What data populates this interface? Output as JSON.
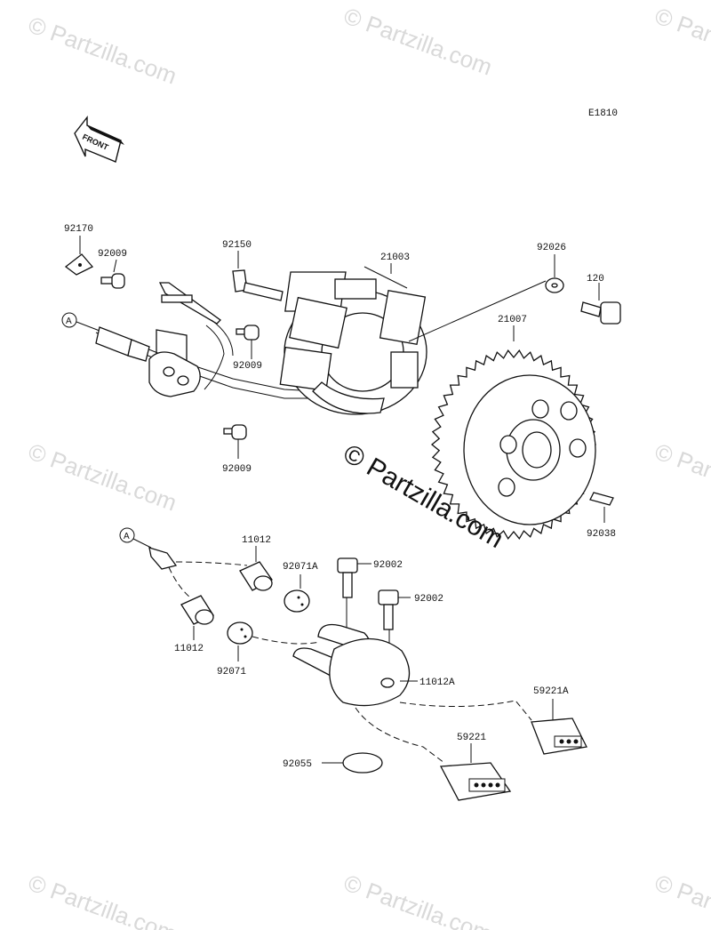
{
  "diagram_code": "E1810",
  "front_arrow_label": "FRONT",
  "ref_marker": "A",
  "watermark": "© Partzilla.com",
  "parts": {
    "p92170": "92170",
    "p92009_top": "92009",
    "p92150": "92150",
    "p21003": "21003",
    "p92026": "92026",
    "p120": "120",
    "p21007": "21007",
    "p92009_mid": "92009",
    "p92009_low": "92009",
    "p92038": "92038",
    "p11012_a": "11012",
    "p11012_b": "11012",
    "p92071A": "92071A",
    "p92071": "92071",
    "p92002_a": "92002",
    "p92002_b": "92002",
    "p11012A": "11012A",
    "p59221A": "59221A",
    "p59221": "59221",
    "p92055": "92055"
  }
}
